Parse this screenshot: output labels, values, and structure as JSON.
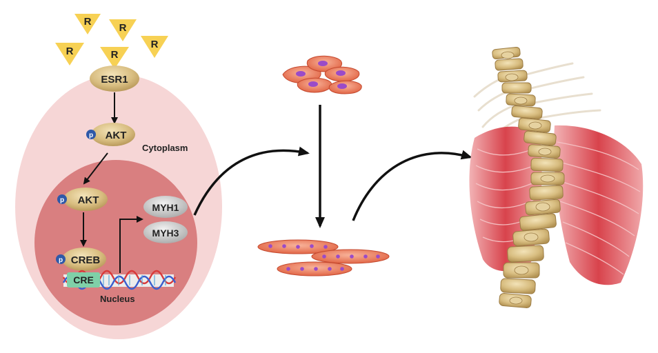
{
  "ligand": {
    "label": "R",
    "color": "#f7d154"
  },
  "receptor": {
    "label": "ESR1"
  },
  "compartments": {
    "cytoplasm": {
      "label": "Cytoplasm",
      "color": "#f6d6d6"
    },
    "nucleus": {
      "label": "Nucleus",
      "color": "#d97f80"
    }
  },
  "phospho": {
    "label": "p",
    "color": "#2f59a8"
  },
  "proteins": {
    "akt_cyto": "AKT",
    "akt_nuc": "AKT",
    "creb": "CREB",
    "myh1": "MYH1",
    "myh3": "MYH3"
  },
  "dna": {
    "element_label": "CRE",
    "element_color": "#7fd0a8"
  },
  "cells": {
    "myoblast_color": "#e8704e",
    "nucleus_color": "#9a4bc8"
  },
  "muscle_color": "#d9434c",
  "bone_color": "#d8c08a"
}
